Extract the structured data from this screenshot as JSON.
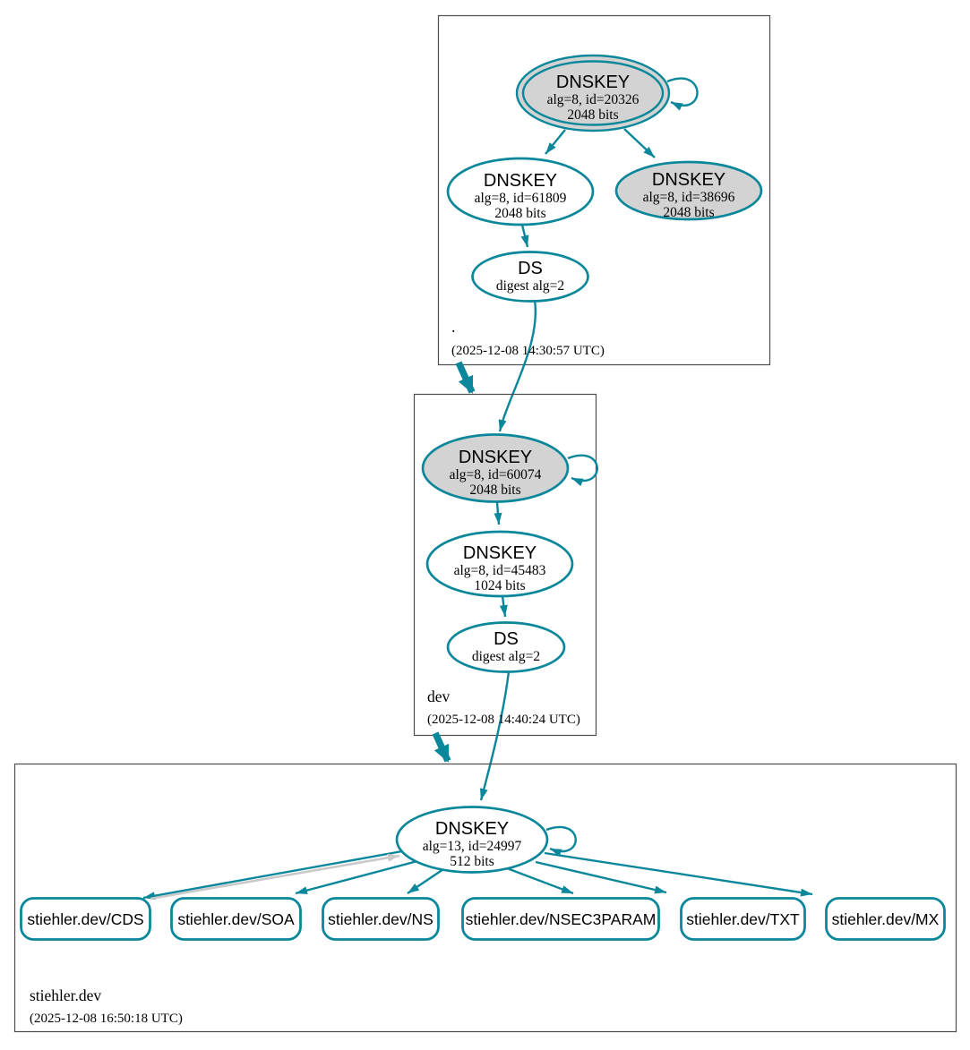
{
  "colors": {
    "secure_edge": "#0a879a",
    "ksk_fill": "#d3d3d3",
    "node_fill": "#ffffff",
    "cds_edge": "#c9c9c9",
    "cluster_border": "#4d4d4d"
  },
  "zones": [
    {
      "name": ".",
      "timestamp": "(2025-12-08 14:30:57 UTC)",
      "ksk": {
        "type": "DNSKEY",
        "alg": "alg=8, id=20326",
        "bits": "2048 bits"
      },
      "zsk": {
        "type": "DNSKEY",
        "alg": "alg=8, id=61809",
        "bits": "2048 bits"
      },
      "key2": {
        "type": "DNSKEY",
        "alg": "alg=8, id=38696",
        "bits": "2048 bits"
      },
      "ds": {
        "type": "DS",
        "digest": "digest alg=2"
      }
    },
    {
      "name": "dev",
      "timestamp": "(2025-12-08 14:40:24 UTC)",
      "ksk": {
        "type": "DNSKEY",
        "alg": "alg=8, id=60074",
        "bits": "2048 bits"
      },
      "zsk": {
        "type": "DNSKEY",
        "alg": "alg=8, id=45483",
        "bits": "1024 bits"
      },
      "ds": {
        "type": "DS",
        "digest": "digest alg=2"
      }
    },
    {
      "name": "stiehler.dev",
      "timestamp": "(2025-12-08 16:50:18 UTC)",
      "ksk": {
        "type": "DNSKEY",
        "alg": "alg=13, id=24997",
        "bits": "512 bits"
      },
      "rrsets": [
        "stiehler.dev/CDS",
        "stiehler.dev/SOA",
        "stiehler.dev/NS",
        "stiehler.dev/NSEC3PARAM",
        "stiehler.dev/TXT",
        "stiehler.dev/MX"
      ]
    }
  ]
}
